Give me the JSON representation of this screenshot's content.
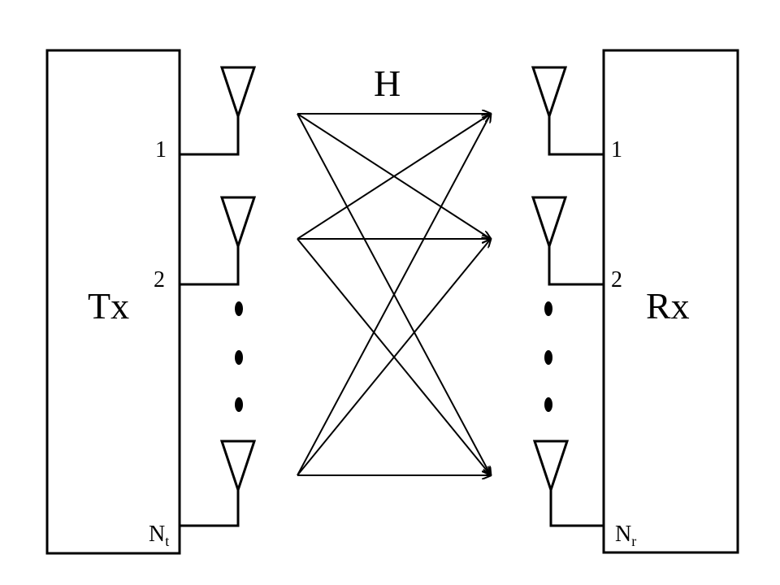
{
  "transmitter": {
    "label": "Tx",
    "ports": [
      "1",
      "2",
      "N"
    ],
    "last_port_subscript": "t"
  },
  "receiver": {
    "label": "Rx",
    "ports": [
      "1",
      "2",
      "N"
    ],
    "last_port_subscript": "r"
  },
  "channel": {
    "label": "H"
  },
  "colors": {
    "stroke": "#000000",
    "background": "#ffffff"
  }
}
